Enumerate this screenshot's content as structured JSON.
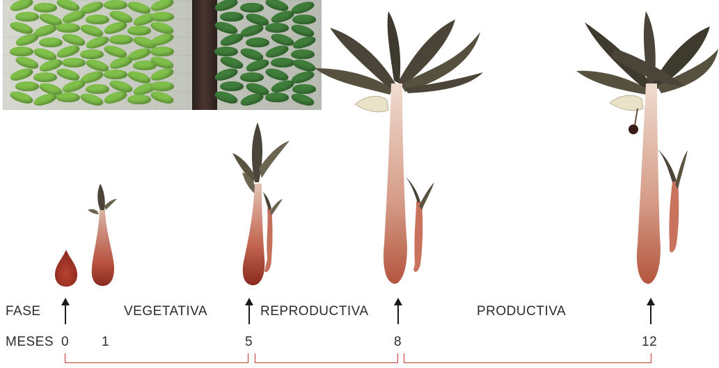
{
  "row_labels": {
    "fase": "FASE",
    "meses": "MESES"
  },
  "phases": [
    "VEGETATIVA",
    "REPRODUCTIVA",
    "PRODUCTIVA"
  ],
  "months": [
    "0",
    "1",
    "5",
    "8",
    "12"
  ],
  "icons": {
    "photo": "banana-bunch-photo",
    "plants": [
      "corm-icon",
      "sucker-icon",
      "young-plant-icon",
      "flowering-plant-icon",
      "fruiting-plant-icon"
    ],
    "arrow": "arrow-up-icon"
  },
  "colors": {
    "accent": "#c0392b",
    "corm": "#9e2f23",
    "stem": "#d89a86",
    "leaf": "#4a4538",
    "flower": "#e9e2c8"
  }
}
